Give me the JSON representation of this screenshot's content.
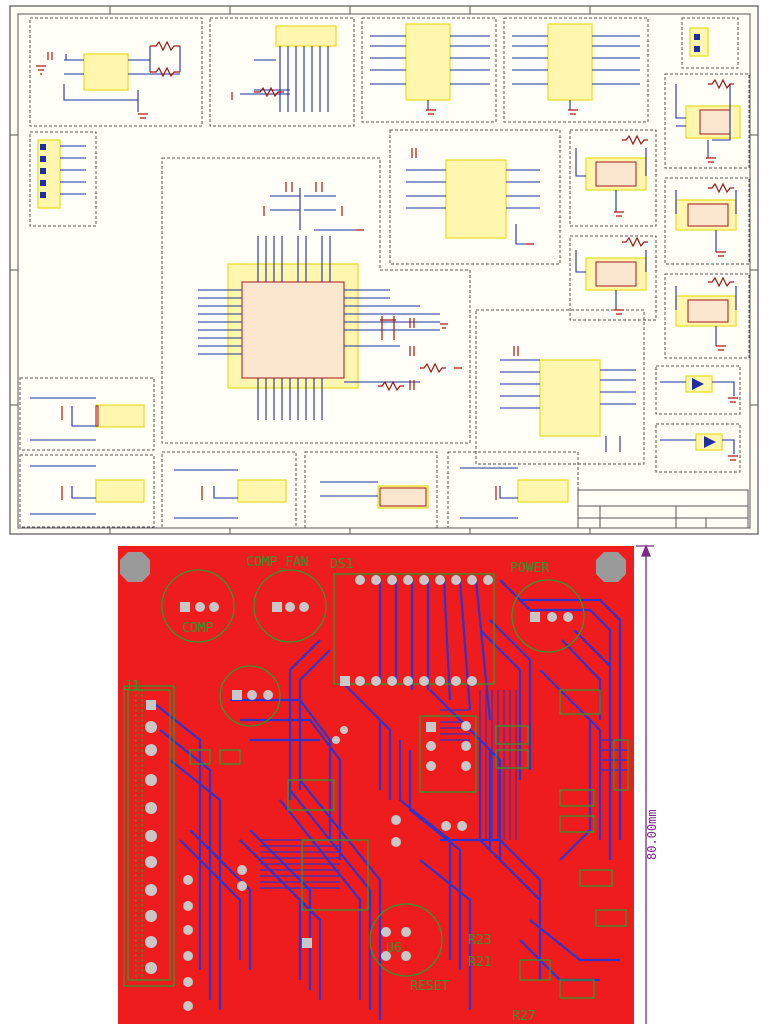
{
  "colors": {
    "sheet_background": "#fffef7",
    "block_border": "#555555",
    "wire": "#1f2fa0",
    "component_outline": "#e8df2a",
    "component_fill": "#fff7b0",
    "resistor": "#a01818",
    "ground": "#b01818",
    "pcb_copper": "#ee1c1c",
    "pcb_trace": "#3233c8",
    "pcb_silkscreen": "#2f9a2f",
    "pcb_pad": "#c8c8c8",
    "dimension": "#7b2a8a"
  },
  "pcb": {
    "labels": {
      "comp_fan": "COMP_FAN",
      "ds1": "DS1",
      "power": "POWER",
      "comp": "COMP",
      "j1": "J1",
      "u6": "U6",
      "reset": "RESET",
      "r23": "R23",
      "r21": "R21",
      "r27": "R27"
    },
    "dimension_text": "80.00mm"
  }
}
